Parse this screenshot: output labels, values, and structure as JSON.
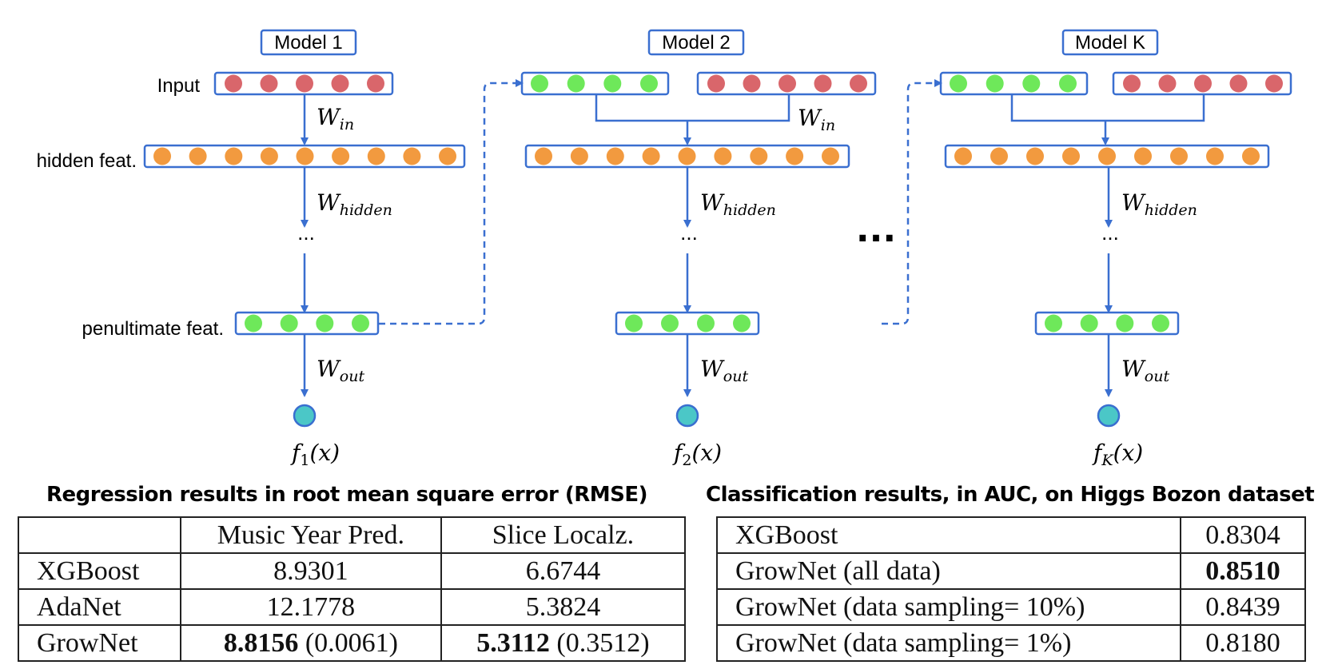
{
  "diagram": {
    "models": [
      {
        "title": "Model 1",
        "output": "f",
        "output_sub": "1",
        "output_arg": "(x)"
      },
      {
        "title": "Model 2",
        "output": "f",
        "output_sub": "2",
        "output_arg": "(x)"
      },
      {
        "title": "Model K",
        "output": "f",
        "output_sub": "K",
        "output_arg": "(x)"
      }
    ],
    "layer_labels": {
      "input": "Input",
      "hidden": "hidden feat.",
      "penultimate": "penultimate feat."
    },
    "weights": {
      "w": "W",
      "in": "in",
      "hidden": "hidden",
      "out": "out"
    },
    "vertical_ellipsis": "...",
    "between_models_ellipsis": "...",
    "colors": {
      "input_node": "#d9666b",
      "hidden_node": "#f29a3f",
      "penultimate_node": "#6ee85a",
      "output_node": "#4bc7c7",
      "box_stroke": "#3a6fd0",
      "arrow": "#3a6fd0"
    }
  },
  "regression": {
    "caption": "Regression results in root mean square error (RMSE)",
    "headers": [
      "",
      "Music Year Pred.",
      "Slice Localz."
    ],
    "rows": [
      {
        "name": "XGBoost",
        "music": "8.9301",
        "music_bold": "",
        "music_rest": "",
        "slice": "6.6744",
        "slice_bold": "",
        "slice_rest": ""
      },
      {
        "name": "AdaNet",
        "music": "12.1778",
        "music_bold": "",
        "music_rest": "",
        "slice": "5.3824",
        "slice_bold": "",
        "slice_rest": ""
      },
      {
        "name": "GrowNet",
        "music": "",
        "music_bold": "8.8156",
        "music_rest": " (0.0061)",
        "slice": "",
        "slice_bold": "5.3112",
        "slice_rest": " (0.3512)"
      }
    ]
  },
  "classification": {
    "caption": "Classification results, in AUC, on Higgs Bozon dataset",
    "rows": [
      {
        "name": "XGBoost",
        "value": "0.8304",
        "bold": false
      },
      {
        "name": "GrowNet (all data)",
        "value": "0.8510",
        "bold": true
      },
      {
        "name": "GrowNet (data sampling= 10%)",
        "value": "0.8439",
        "bold": false
      },
      {
        "name": "GrowNet (data sampling= 1%)",
        "value": "0.8180",
        "bold": false
      }
    ]
  }
}
